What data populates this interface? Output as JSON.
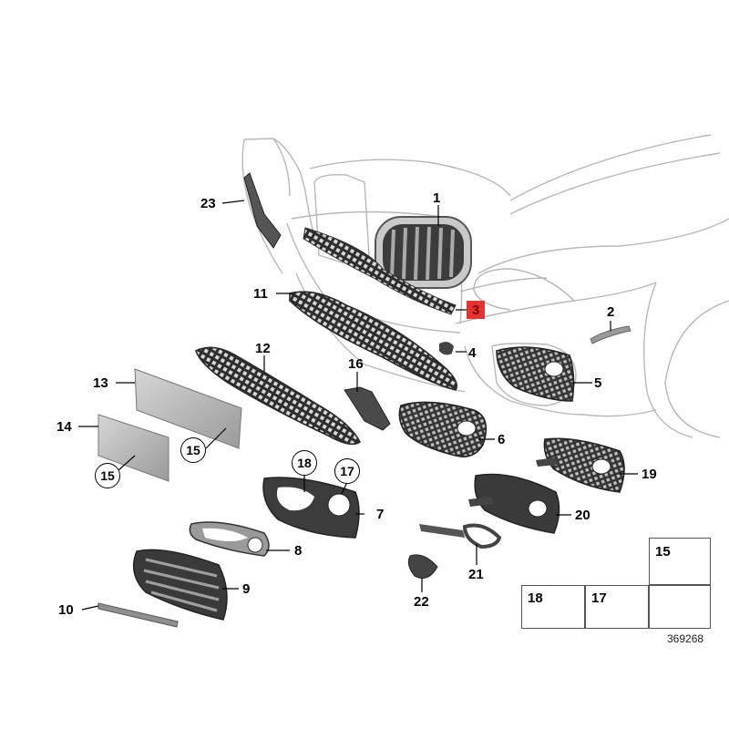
{
  "callouts": {
    "p1": "1",
    "p2": "2",
    "p3": "3",
    "p4": "4",
    "p5": "5",
    "p6": "6",
    "p7": "7",
    "p8": "8",
    "p9": "9",
    "p10": "10",
    "p11": "11",
    "p12": "12",
    "p13": "13",
    "p14": "14",
    "p15a": "15",
    "p15b": "15",
    "p16": "16",
    "p17": "17",
    "p18": "18",
    "p19": "19",
    "p20": "20",
    "p21": "21",
    "p22": "22",
    "p23": "23"
  },
  "legend": {
    "item15": "15",
    "item18": "18",
    "item17": "17"
  },
  "reference_number": "369268",
  "colors": {
    "highlight": "#e53333",
    "line": "#000000",
    "car_outline": "#b5b5b5",
    "part_dark": "#3a3a3a",
    "part_light": "#c8c8c8"
  }
}
